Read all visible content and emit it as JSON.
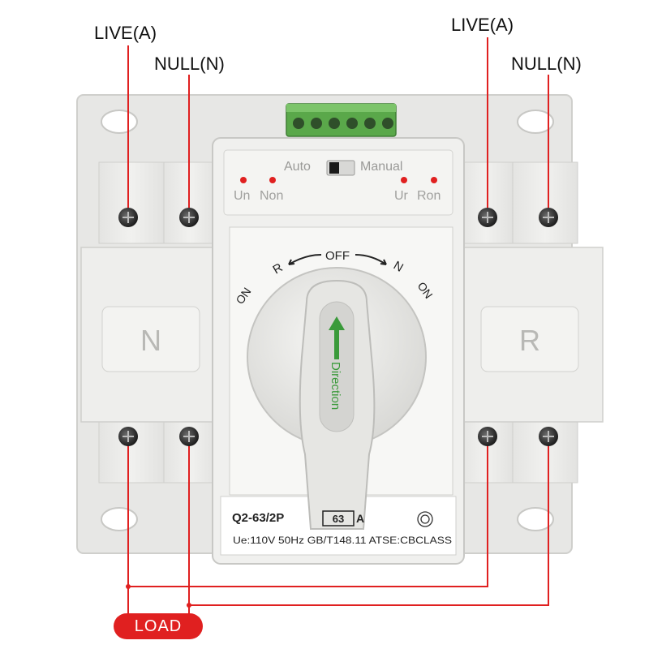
{
  "labels": {
    "live_left": "LIVE(A)",
    "null_left": "NULL(N)",
    "live_right": "LIVE(A)",
    "null_right": "NULL(N)",
    "load": "LOAD"
  },
  "device": {
    "mode_auto": "Auto",
    "mode_manual": "Manual",
    "led_un": "Un",
    "led_non": "Non",
    "led_ur": "Ur",
    "led_ron": "Ron",
    "dial_off": "OFF",
    "dial_r": "R",
    "dial_n": "N",
    "dial_on_left": "ON",
    "dial_on_right": "ON",
    "handle_text": "Direction",
    "side_left": "N",
    "side_right": "R",
    "model": "Q2-63/2P",
    "rating": "63",
    "rating_unit": "A",
    "spec_line": "Ue:110V  50Hz  GB/T148.11  ATSE:CBCLASS"
  },
  "colors": {
    "wire": "#e02020",
    "body": "#ececea",
    "terminal_green": "#5aa84a",
    "led_red": "#e02020",
    "arrow_green": "#3a9a3a"
  }
}
